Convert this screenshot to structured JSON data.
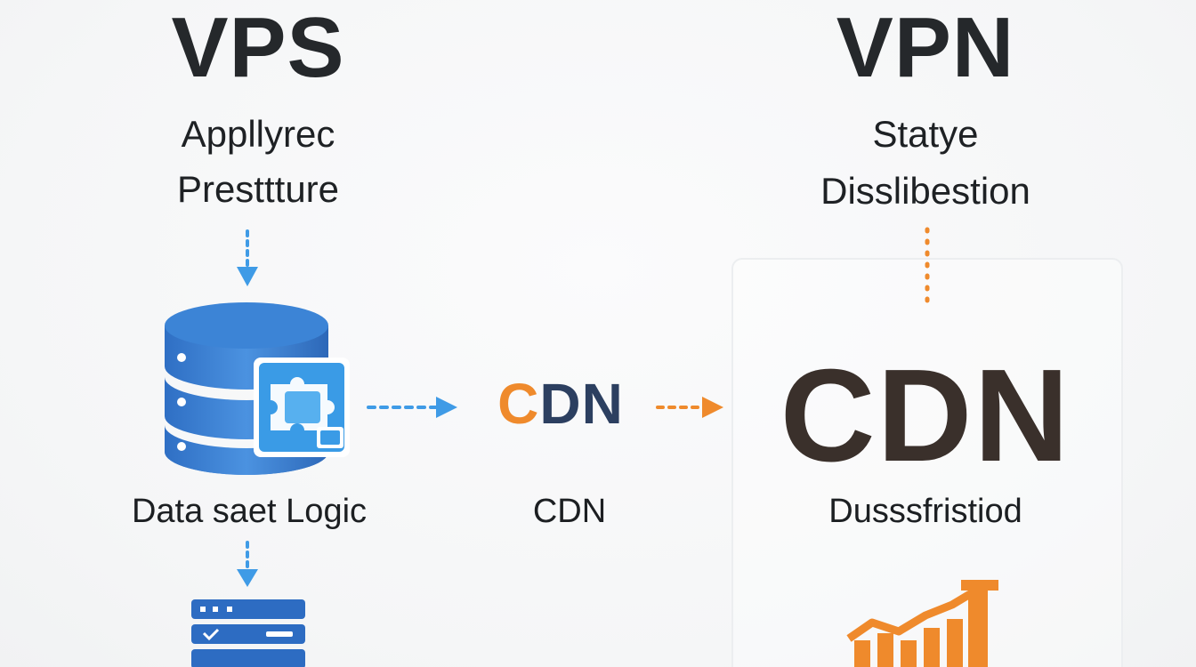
{
  "left": {
    "title": "VPS",
    "subtitle_line1": "Appllyrec",
    "subtitle_line2": "Presttture",
    "database_label": "Data saet Logic"
  },
  "middle": {
    "cdn_logo_first": "C",
    "cdn_logo_rest": "DN",
    "cdn_label": "CDN"
  },
  "right": {
    "title": "VPN",
    "subtitle_line1": "Statye",
    "subtitle_line2": "Disslibestion",
    "cdn_big": "CDN",
    "dist_label": "Dusssfristiod"
  },
  "colors": {
    "blue_accent": "#3f9be6",
    "orange_accent": "#ef8a2c",
    "navy": "#2c3f60",
    "database_blue": "#3d7fd1",
    "dark_text": "#25282b"
  },
  "icons": {
    "database": "database-icon",
    "server_rack": "server-rack-icon",
    "bar_chart": "bar-chart-icon"
  }
}
